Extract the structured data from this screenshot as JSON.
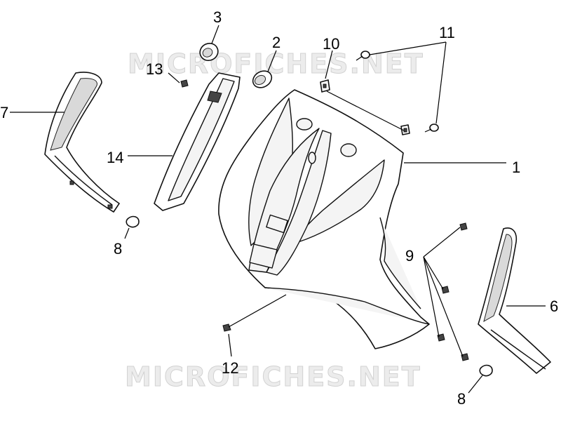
{
  "watermark_text": "MICROFICHES.NET",
  "callouts": {
    "p1": "1",
    "p2": "2",
    "p3": "3",
    "p6": "6",
    "p7": "7",
    "p8a": "8",
    "p8b": "8",
    "p9": "9",
    "p10": "10",
    "p11": "11",
    "p12": "12",
    "p13": "13",
    "p14": "14"
  }
}
